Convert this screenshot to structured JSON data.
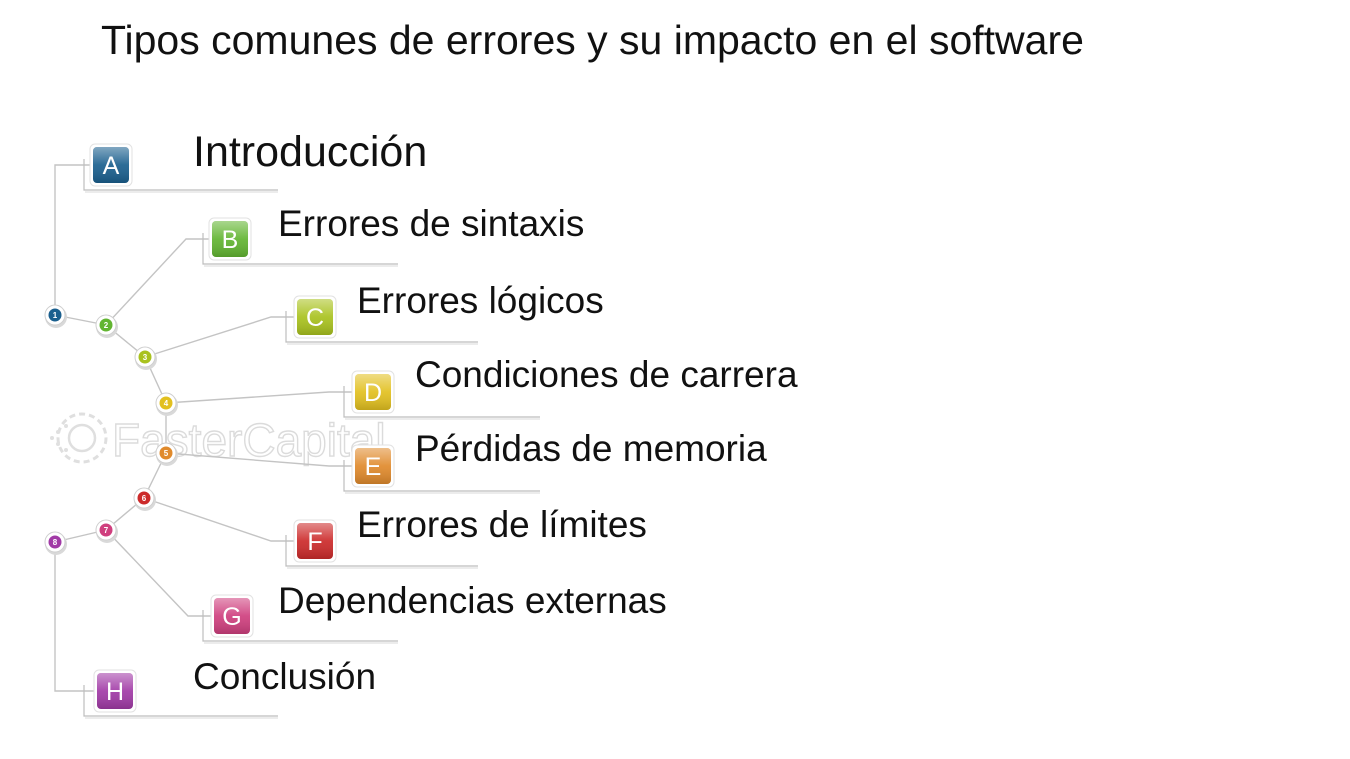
{
  "title": "Tipos comunes de errores y su impacto en el software",
  "watermark": {
    "text": "FasterCapital",
    "icon": "gear-icon"
  },
  "items": [
    {
      "badge": "A",
      "node": "1",
      "label": "Introducción",
      "color": "#1a5f8e"
    },
    {
      "badge": "B",
      "node": "2",
      "label": "Errores de sintaxis",
      "color": "#62b531"
    },
    {
      "badge": "C",
      "node": "3",
      "label": "Errores lógicos",
      "color": "#a9c21e"
    },
    {
      "badge": "D",
      "node": "4",
      "label": "Condiciones de carrera",
      "color": "#e2c01f"
    },
    {
      "badge": "E",
      "node": "5",
      "label": "Pérdidas de memoria",
      "color": "#e08a2c"
    },
    {
      "badge": "F",
      "node": "6",
      "label": "Errores de límites",
      "color": "#cc2a2a"
    },
    {
      "badge": "G",
      "node": "7",
      "label": "Dependencias externas",
      "color": "#cf3f7e"
    },
    {
      "badge": "H",
      "node": "8",
      "label": "Conclusión",
      "color": "#a13aa6"
    }
  ]
}
